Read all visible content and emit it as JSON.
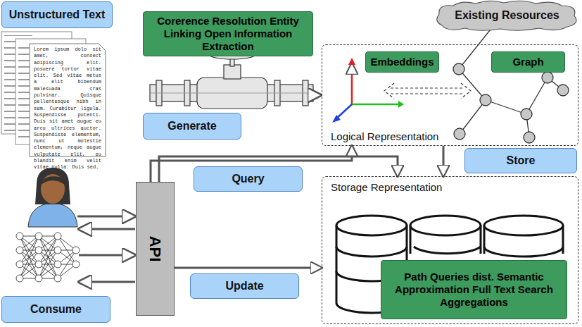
{
  "diagram": {
    "nodes": [
      {
        "text": [
          "Unstructured Text"
        ]
      },
      {
        "text": [
          "Corerence Resolution Entity Linking Open Information Extraction"
        ]
      },
      {
        "text": [
          "Generate"
        ]
      },
      {
        "text": [
          "Existing Resources"
        ]
      },
      {
        "text": [
          "Logical Representation"
        ]
      },
      {
        "text": [
          "Embeddings"
        ],
        "in": 4
      },
      {
        "text": [
          "Graph"
        ],
        "in": 4
      },
      {
        "text": [
          "Store"
        ]
      },
      {
        "text": [
          "Query"
        ]
      },
      {
        "text": [
          "Storage Representation"
        ]
      },
      {
        "text": [
          "Path Queries dist. Semantic Approximation Full Text Search Aggregations"
        ],
        "in": 9
      },
      {
        "text": [
          "API"
        ]
      },
      {
        "text": [
          "Update"
        ]
      },
      {
        "text": [
          "Consume"
        ]
      }
    ],
    "edges": [
      {
        "from": 4,
        "to": 9,
        "arrow": "to"
      },
      {
        "from": 11,
        "to": 4,
        "arrow": "to"
      },
      {
        "from": 11,
        "to": 9,
        "arrow": "to"
      },
      {
        "from": 11,
        "to": 9,
        "arrow": "to"
      }
    ],
    "labels": [
      "Lorem ipsum dolo sit amet, consect adipiscing elit. posuere tortor vitae elit. Sed vitae metus a elit bibendum malesuada cras pulvinar. Quisque pellentesque nibh in sem. Curabitur ligula. Suspendisse potenti. Duis sit amet augue eu arcu ultrices auctor. Suspendisse elementum, nunc ut molestie elementum, neque augue vulputate elit, eu blandit enim velit vitae nulla. Duis sed."
    ]
  }
}
